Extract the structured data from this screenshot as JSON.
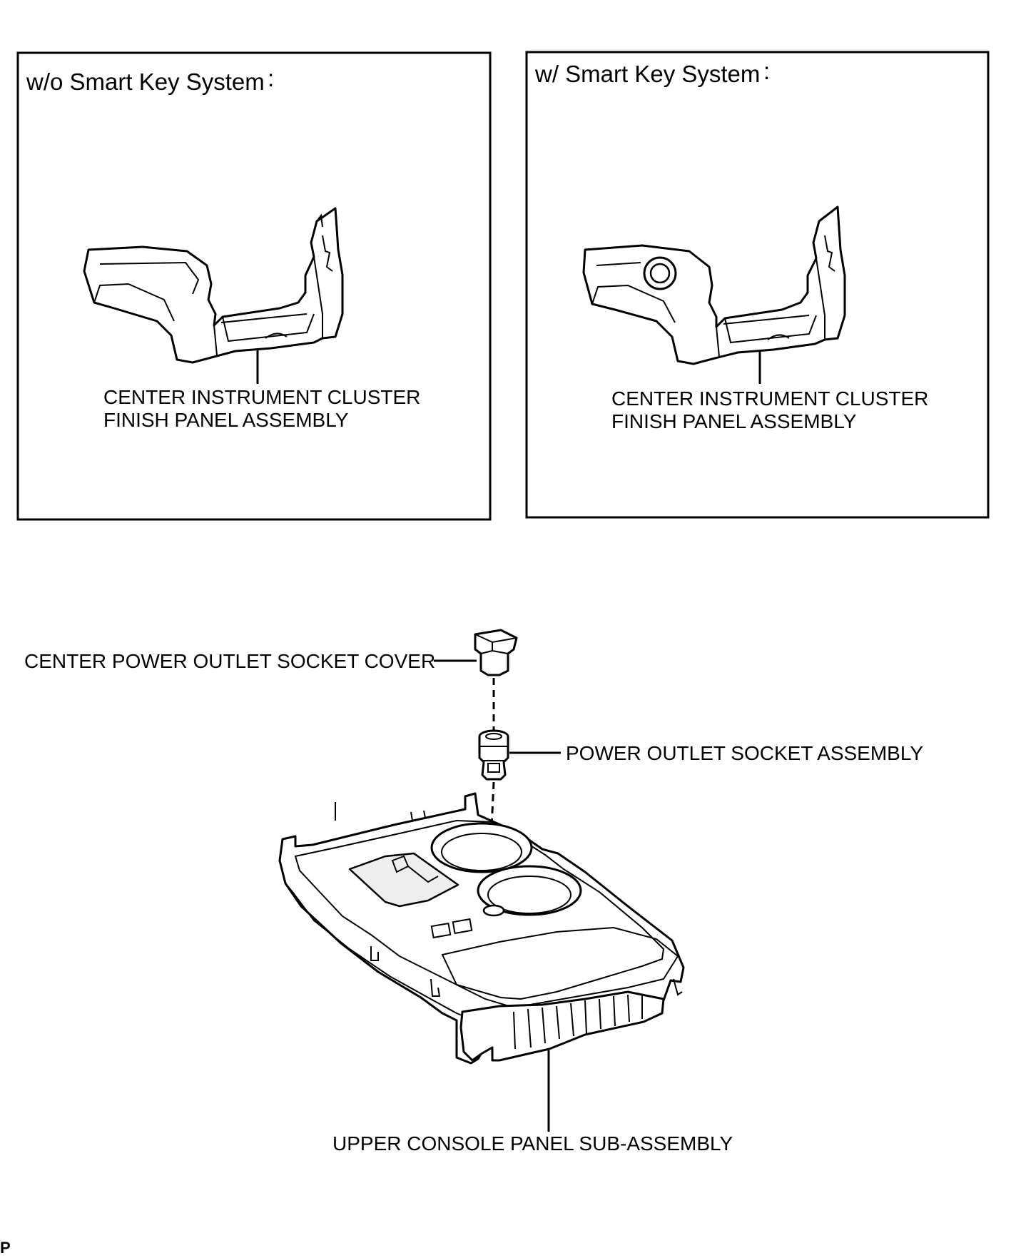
{
  "panels": [
    {
      "header": "w/o Smart Key System",
      "header_suffix": ":",
      "callout_line1": "CENTER INSTRUMENT CLUSTER",
      "callout_line2": "FINISH PANEL ASSEMBLY"
    },
    {
      "header": "w/ Smart Key System",
      "header_suffix": ":",
      "callout_line1": "CENTER INSTRUMENT CLUSTER",
      "callout_line2": "FINISH PANEL ASSEMBLY"
    }
  ],
  "exploded_view": {
    "socket_cover_label": "CENTER POWER OUTLET SOCKET COVER",
    "socket_assembly_label": "POWER OUTLET SOCKET ASSEMBLY",
    "console_label": "UPPER CONSOLE PANEL SUB-ASSEMBLY"
  },
  "corner_code": "P"
}
